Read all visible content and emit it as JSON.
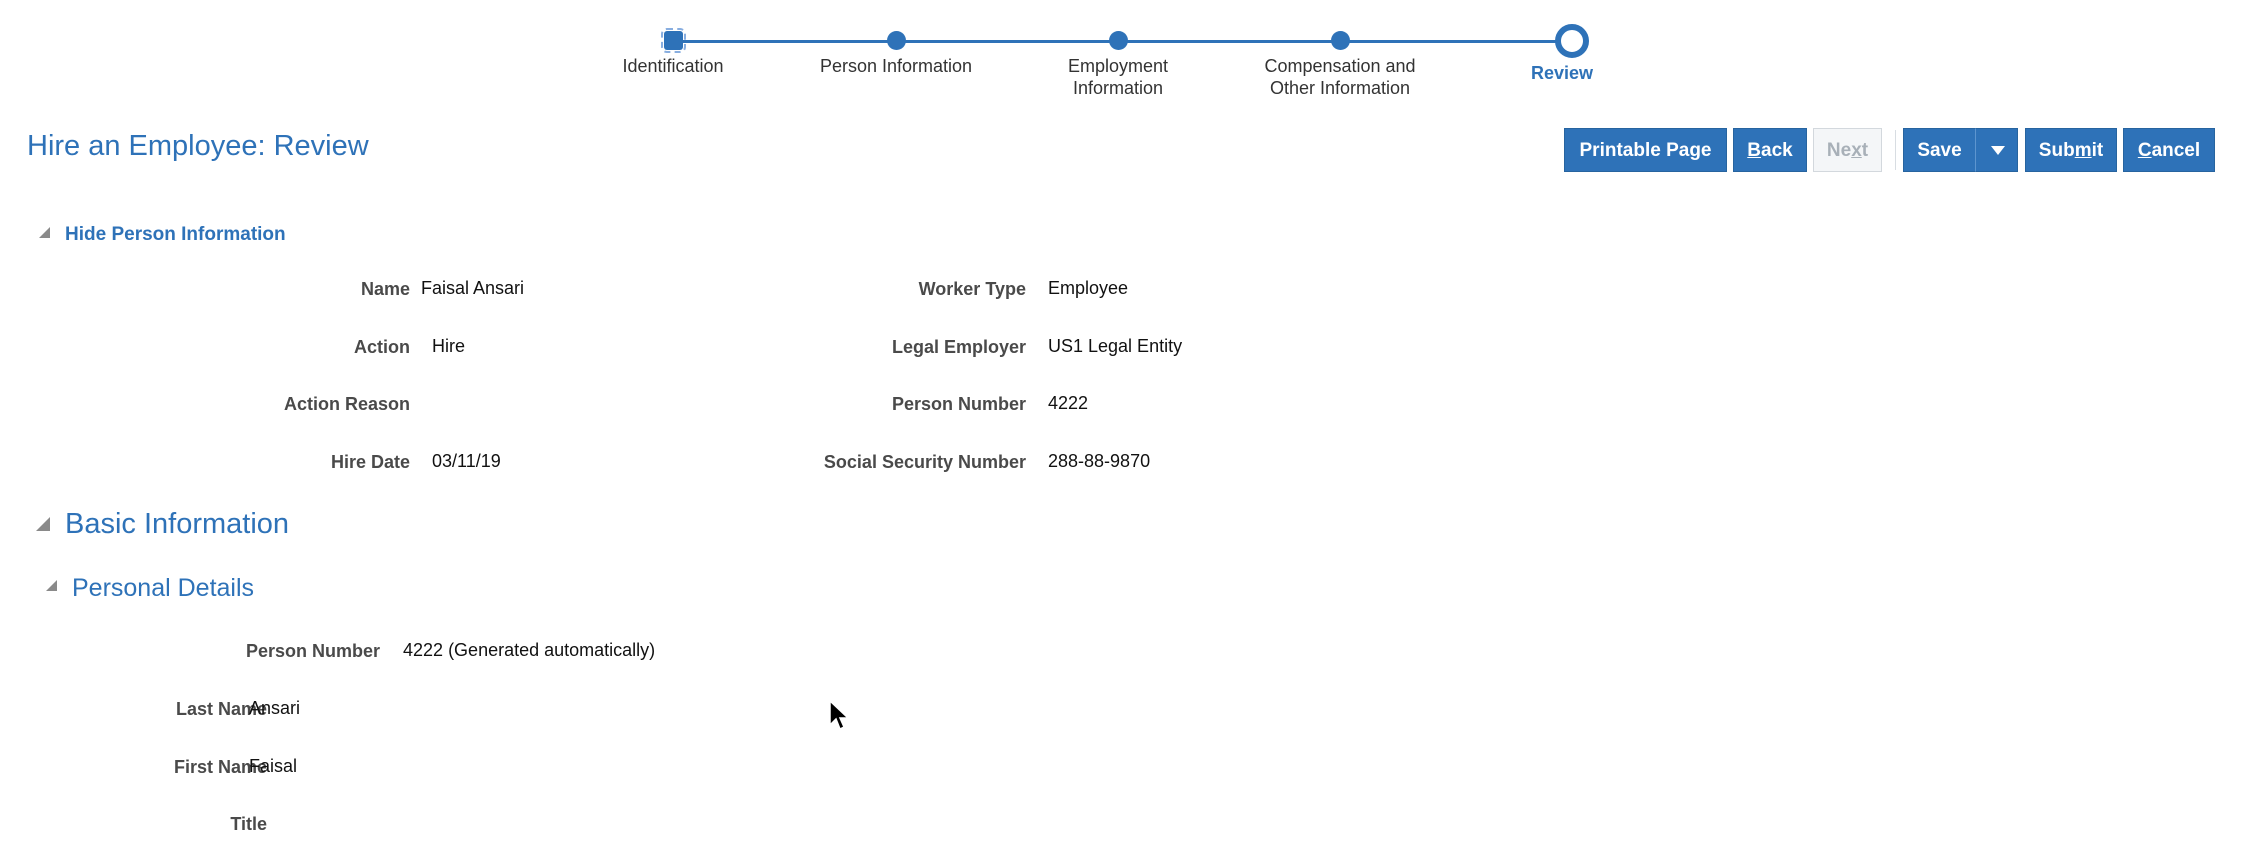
{
  "train": {
    "steps": [
      {
        "label_line1": "Identification",
        "label_line2": ""
      },
      {
        "label_line1": "Person Information",
        "label_line2": ""
      },
      {
        "label_line1": "Employment",
        "label_line2": "Information"
      },
      {
        "label_line1": "Compensation and",
        "label_line2": "Other Information"
      },
      {
        "label_line1": "Review",
        "label_line2": ""
      }
    ],
    "current_step": 5
  },
  "header": {
    "title": "Hire an Employee: Review",
    "buttons": {
      "printable": "Printable Page",
      "back_u": "B",
      "back_rest": "ack",
      "next_pre": "Ne",
      "next_u": "x",
      "next_post": "t",
      "save": "Save",
      "submit_pre": "Sub",
      "submit_u": "m",
      "submit_post": "it",
      "cancel_u": "C",
      "cancel_rest": "ancel"
    }
  },
  "person_info": {
    "toggle_label": "Hide Person Information",
    "left": [
      {
        "label": "Name",
        "value": "Faisal Ansari"
      },
      {
        "label": "Action",
        "value": "Hire"
      },
      {
        "label": "Action Reason",
        "value": ""
      },
      {
        "label": "Hire Date",
        "value": "03/11/19"
      }
    ],
    "right": [
      {
        "label": "Worker Type",
        "value": "Employee"
      },
      {
        "label": "Legal Employer",
        "value": "US1 Legal Entity"
      },
      {
        "label": "Person Number",
        "value": "4222"
      },
      {
        "label": "Social Security Number",
        "value": "288-88-9870"
      }
    ]
  },
  "basic_information": {
    "title": "Basic Information",
    "personal_details": {
      "title": "Personal Details",
      "person_number": {
        "label": "Person Number",
        "value": "4222",
        "note": "(Generated automatically)"
      },
      "fields": [
        {
          "label": "Last Name",
          "value": "Ansari"
        },
        {
          "label": "First Name",
          "value": "Faisal"
        },
        {
          "label": "Title",
          "value": ""
        }
      ]
    }
  },
  "colors": {
    "accent": "#2e72b8",
    "disabled_bg": "#f4f6f8",
    "label_gray": "#4a4a4a"
  }
}
